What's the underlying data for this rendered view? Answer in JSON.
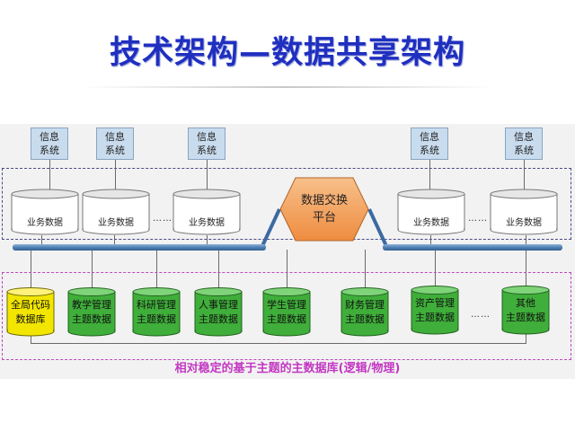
{
  "title": "技术架构—数据共享架构",
  "info_system": {
    "line1": "信息",
    "line2": "系统"
  },
  "business_db_label": "业务数据",
  "ellipsis": "……",
  "exchange_platform": {
    "line1": "数据交换",
    "line2": "平台"
  },
  "theme_databases": [
    {
      "line1": "全局代码",
      "line2": "数据库",
      "color": "#f2e600"
    },
    {
      "line1": "教学管理",
      "line2": "主题数据",
      "color": "#3fae3a"
    },
    {
      "line1": "科研管理",
      "line2": "主题数据",
      "color": "#3fae3a"
    },
    {
      "line1": "人事管理",
      "line2": "主题数据",
      "color": "#3fae3a"
    },
    {
      "line1": "学生管理",
      "line2": "主题数据",
      "color": "#3fae3a"
    },
    {
      "line1": "财务管理",
      "line2": "主题数据",
      "color": "#3fae3a"
    },
    {
      "line1": "资产管理",
      "line2": "主题数据",
      "color": "#3fae3a"
    },
    {
      "line1": "其他",
      "line2": "主题数据",
      "color": "#3fae3a"
    }
  ],
  "caption": "相对稳定的基于主题的主数据库(逻辑/物理)",
  "colors": {
    "title": "#1f2fc0",
    "hub": "#f5a45c",
    "bus": "#4f7fb4",
    "caption": "#c236c2",
    "system_box": "#c9dcee"
  }
}
